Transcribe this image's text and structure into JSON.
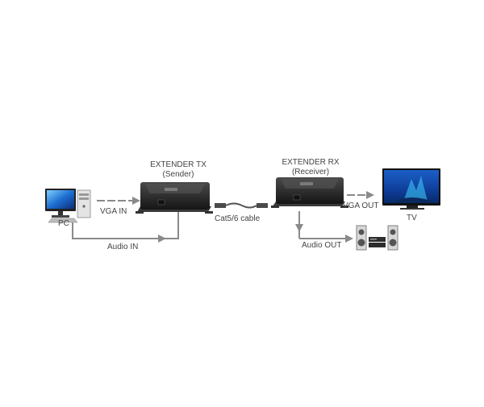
{
  "devices": {
    "pc": "PC",
    "tx_name": "EXTENDER TX",
    "tx_role": "(Sender)",
    "rx_name": "EXTENDER RX",
    "rx_role": "(Receiver)",
    "tv": "TV"
  },
  "connections": {
    "vga_in": "VGA IN",
    "audio_in": "Audio IN",
    "cable": "Cat5/6 cable",
    "vga_out": "VGA OUT",
    "audio_out": "Audio OUT"
  },
  "colors": {
    "line": "#8a8a8a",
    "device_body": "#2b2b2b",
    "screen_blue": "#1e6fd1"
  }
}
